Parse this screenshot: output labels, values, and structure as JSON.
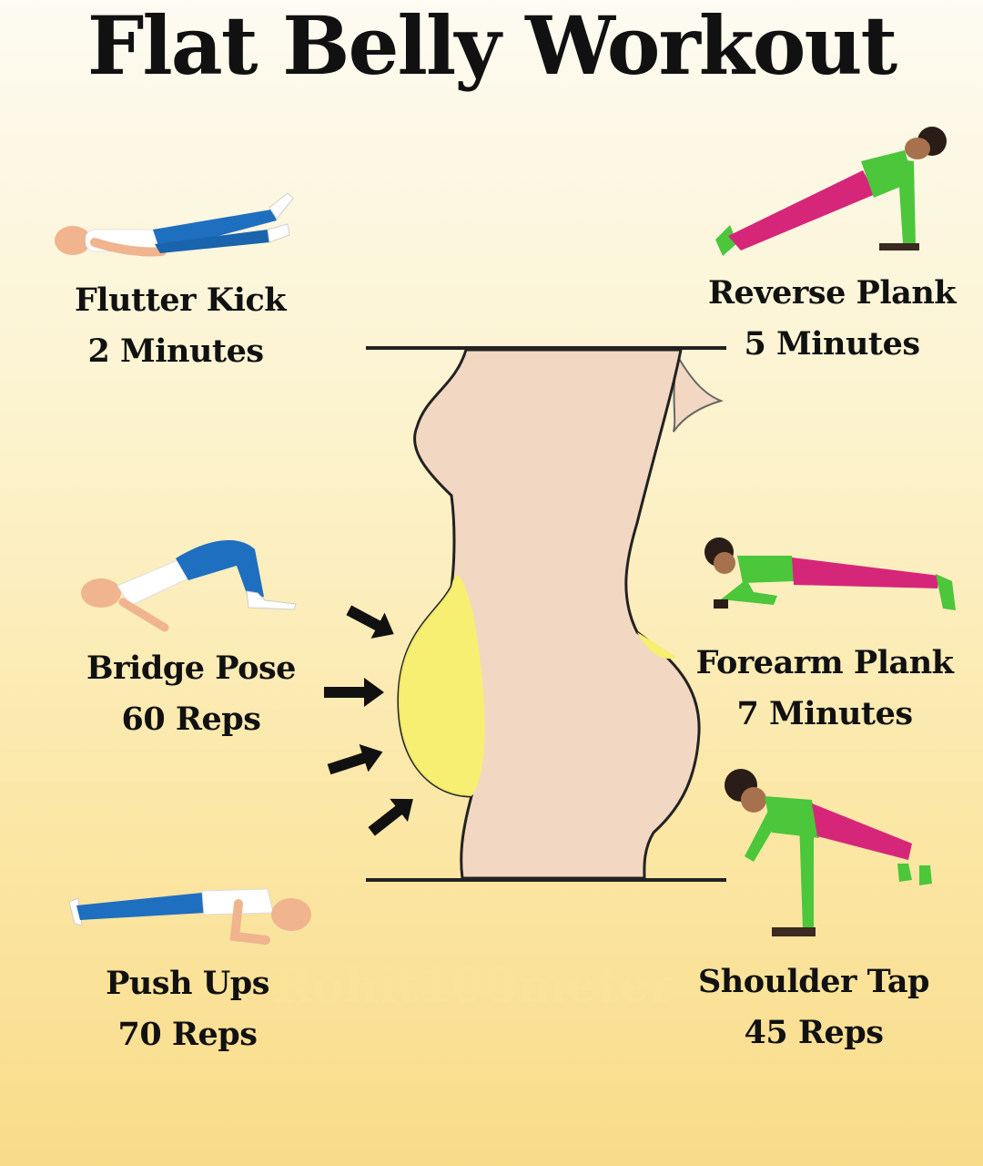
{
  "title": "Flat Belly Workout",
  "watermark": "Rohit100meter",
  "colors": {
    "skin": "#f0b48e",
    "figure_a_top": "#ffffff",
    "figure_a_bottom": "#1e6fc0",
    "figure_b_top": "#4cc63b",
    "figure_b_bottom": "#d6267a",
    "body_silhouette": "#f2d8c2",
    "fat_highlight": "#f7f06e",
    "arrow": "#111111"
  },
  "exercises": [
    {
      "name": "Flutter Kick",
      "detail": "2 Minutes"
    },
    {
      "name": "Bridge Pose",
      "detail": "60 Reps"
    },
    {
      "name": "Push Ups",
      "detail": "70 Reps"
    },
    {
      "name": "Reverse Plank",
      "detail": "5 Minutes"
    },
    {
      "name": "Forearm Plank",
      "detail": "7 Minutes"
    },
    {
      "name": "Shoulder Tap",
      "detail": "45 Reps"
    }
  ],
  "icons": [
    "flutter-kick-figure",
    "bridge-pose-figure",
    "push-up-figure",
    "reverse-plank-figure",
    "forearm-plank-figure",
    "shoulder-tap-figure",
    "belly-silhouette",
    "arrow-icon"
  ]
}
